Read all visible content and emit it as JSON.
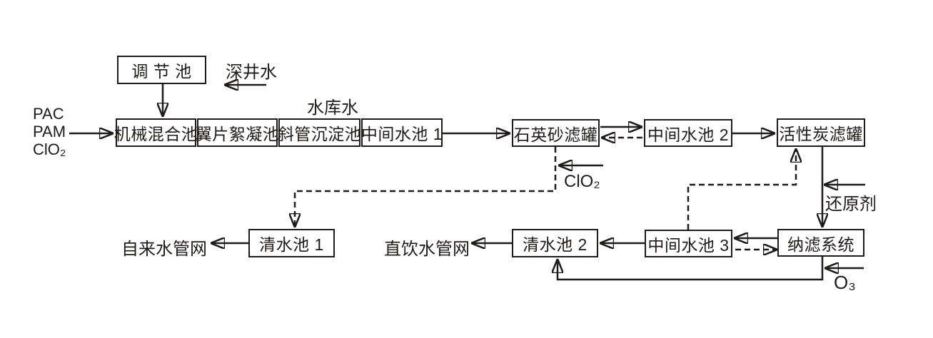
{
  "boxes": {
    "regulating_tank": "调 节 池",
    "mechanical_mixing_tank": "机械混合池",
    "fin_flocculation_tank": "翼片絮凝池",
    "inclined_tube_sedimentation_tank": "斜管沉淀池",
    "intermediate_pool_1": "中间水池 1",
    "quartz_sand_filter": "石英砂滤罐",
    "intermediate_pool_2": "中间水池 2",
    "activated_carbon_filter": "活性炭滤罐",
    "clear_water_pool_1": "清水池 1",
    "clear_water_pool_2": "清水池 2",
    "intermediate_pool_3": "中间水池 3",
    "nanofiltration_system": "纳滤系统"
  },
  "labels": {
    "pac": "PAC",
    "pam": "PAM",
    "clo2_dosing_left": "ClO₂",
    "deep_well_water": "深井水",
    "reservoir_water": "水库水",
    "clo2_dosing_mid": "ClO₂",
    "reducing_agent": "还原剂",
    "ozone": "O₃",
    "tap_water_network": "自来水管网",
    "direct_drinking_water_network": "直饮水管网"
  },
  "colors": {
    "line": "#1f1b1a",
    "background": "#ffffff"
  }
}
